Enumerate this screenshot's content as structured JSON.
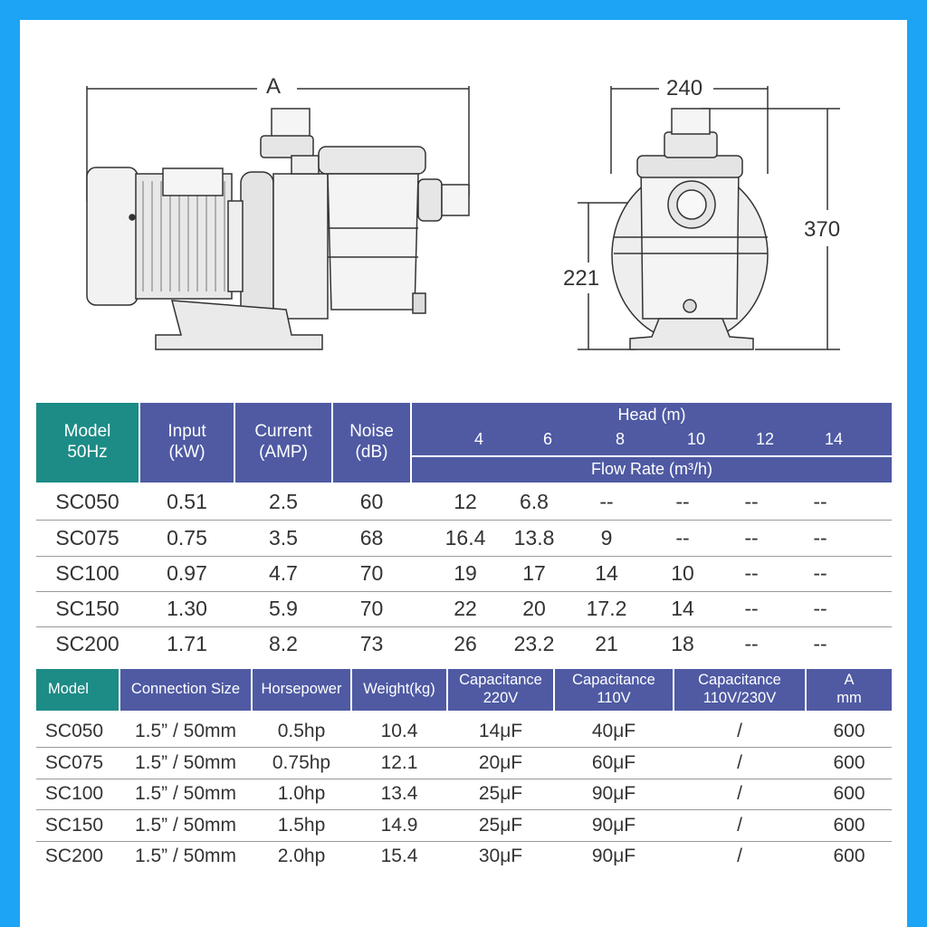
{
  "drawing": {
    "dim_a": "A",
    "dim_width": "240",
    "dim_height": "370",
    "dim_inlet": "221"
  },
  "table1": {
    "headers": {
      "model": "Model 50Hz",
      "input": "Input (kW)",
      "current": "Current (AMP)",
      "noise": "Noise (dB)",
      "head": "Head (m)",
      "head_values": [
        "4",
        "6",
        "8",
        "10",
        "12",
        "14"
      ],
      "flow_rate": "Flow Rate (m³/h)"
    },
    "rows": [
      {
        "model": "SC050",
        "input": "0.51",
        "current": "2.5",
        "noise": "60",
        "flows": [
          "12",
          "6.8",
          "--",
          "--",
          "--",
          "--"
        ]
      },
      {
        "model": "SC075",
        "input": "0.75",
        "current": "3.5",
        "noise": "68",
        "flows": [
          "16.4",
          "13.8",
          "9",
          "--",
          "--",
          "--"
        ]
      },
      {
        "model": "SC100",
        "input": "0.97",
        "current": "4.7",
        "noise": "70",
        "flows": [
          "19",
          "17",
          "14",
          "10",
          "--",
          "--"
        ]
      },
      {
        "model": "SC150",
        "input": "1.30",
        "current": "5.9",
        "noise": "70",
        "flows": [
          "22",
          "20",
          "17.2",
          "14",
          "--",
          "--"
        ]
      },
      {
        "model": "SC200",
        "input": "1.71",
        "current": "8.2",
        "noise": "73",
        "flows": [
          "26",
          "23.2",
          "21",
          "18",
          "--",
          "--"
        ]
      }
    ]
  },
  "table2": {
    "headers": {
      "model": "Model",
      "connection": "Connection Size",
      "horsepower": "Horsepower",
      "weight": "Weight(kg)",
      "cap220": "Capacitance 220V",
      "cap110": "Capacitance 110V",
      "cap110_230": "Capacitance 110V/230V",
      "a_mm": "A mm"
    },
    "rows": [
      {
        "model": "SC050",
        "connection": "1.5” / 50mm",
        "horsepower": "0.5hp",
        "weight": "10.4",
        "cap220": "14μF",
        "cap110": "40μF",
        "cap110_230": "/",
        "a_mm": "600"
      },
      {
        "model": "SC075",
        "connection": "1.5” / 50mm",
        "horsepower": "0.75hp",
        "weight": "12.1",
        "cap220": "20μF",
        "cap110": "60μF",
        "cap110_230": "/",
        "a_mm": "600"
      },
      {
        "model": "SC100",
        "connection": "1.5” / 50mm",
        "horsepower": "1.0hp",
        "weight": "13.4",
        "cap220": "25μF",
        "cap110": "90μF",
        "cap110_230": "/",
        "a_mm": "600"
      },
      {
        "model": "SC150",
        "connection": "1.5” / 50mm",
        "horsepower": "1.5hp",
        "weight": "14.9",
        "cap220": "25μF",
        "cap110": "90μF",
        "cap110_230": "/",
        "a_mm": "600"
      },
      {
        "model": "SC200",
        "connection": "1.5” / 50mm",
        "horsepower": "2.0hp",
        "weight": "15.4",
        "cap220": "30μF",
        "cap110": "90μF",
        "cap110_230": "/",
        "a_mm": "600"
      }
    ]
  },
  "colors": {
    "frame": "#1ea4f4",
    "teal_header": "#1d8b86",
    "blue_header": "#4f5aa3"
  }
}
